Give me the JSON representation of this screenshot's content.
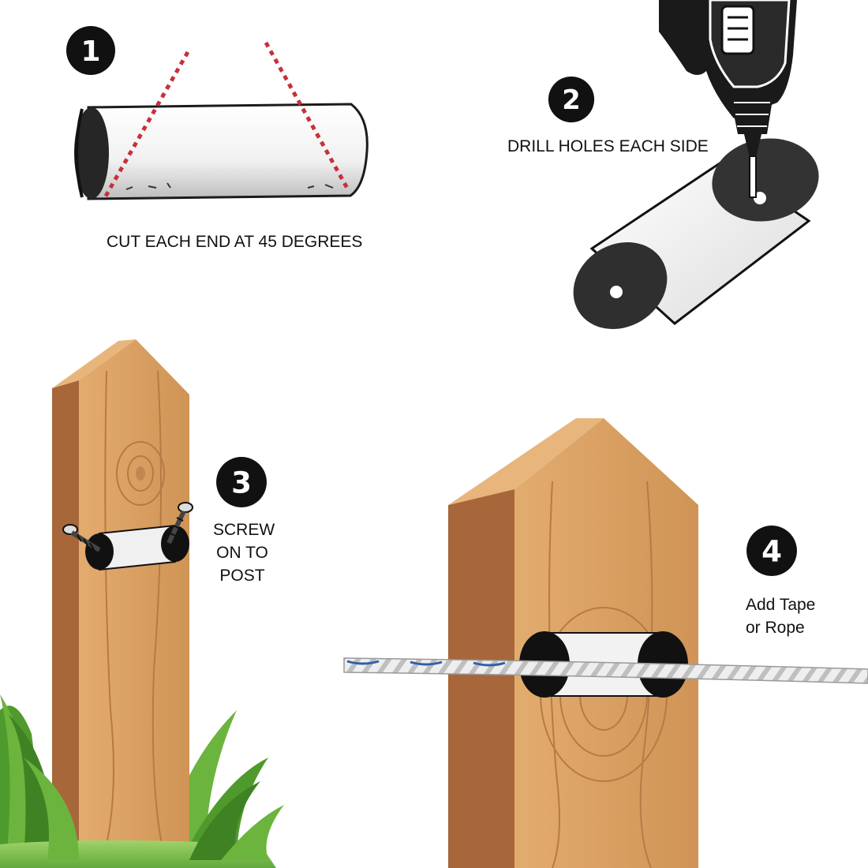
{
  "steps": [
    {
      "number": "1",
      "caption_lines": [
        "CUT EACH END AT 45 DEGREES"
      ]
    },
    {
      "number": "2",
      "caption_lines": [
        "DRILL HOLES EACH SIDE"
      ]
    },
    {
      "number": "3",
      "caption_lines": [
        "SCREW",
        "ON TO",
        "POST"
      ]
    },
    {
      "number": "4",
      "caption_lines": [
        "Add Tape",
        "or Rope"
      ]
    }
  ],
  "colors": {
    "badge": "#111111",
    "badge_text": "#ffffff",
    "cut_line": "#c8303a",
    "tube_fill": "#ececec",
    "tube_end": "#2b2b2b",
    "wood_face": "#d9a163",
    "wood_side": "#a7673a",
    "wood_top": "#e8b57c",
    "wood_grain": "#b77a45",
    "rope": "#e9e9e9",
    "rope_blue": "#2f5fa8",
    "grass": "#6aa83a",
    "grass_dark": "#3f7d22",
    "drill": "#1a1a1a"
  },
  "icons": [
    "drill-icon",
    "screw-icon",
    "grass-icon",
    "rope-icon"
  ]
}
